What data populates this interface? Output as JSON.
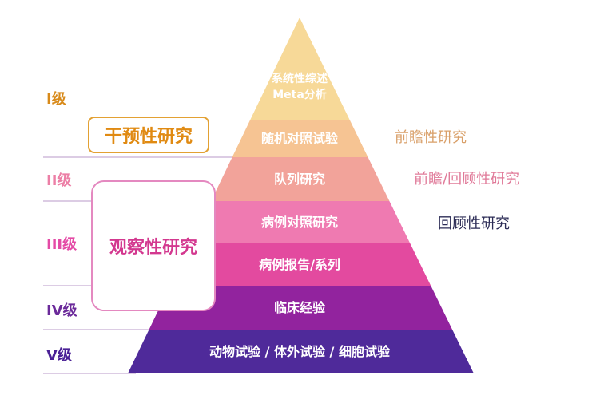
{
  "levels": [
    "I级",
    "II级",
    "III级",
    "IV级",
    "V级"
  ],
  "level_colors": [
    "#d88a1a",
    "#ec7fa6",
    "#e44aa6",
    "#6b2a9a",
    "#4b2196"
  ],
  "bands": [
    {
      "lines": [
        "系统性综述",
        "Meta分析"
      ],
      "color": "#f7d998"
    },
    {
      "lines": [
        "随机对照试验"
      ],
      "color": "#f6c493"
    },
    {
      "lines": [
        "队列研究"
      ],
      "color": "#f2a39a"
    },
    {
      "lines": [
        "病例对照研究"
      ],
      "color": "#ef7ab1"
    },
    {
      "lines": [
        "病例报告/系列"
      ],
      "color": "#e34a9f"
    },
    {
      "lines": [
        "临床经验"
      ],
      "color": "#92239e"
    },
    {
      "lines": [
        "动物试验 / 体外试验 / 细胞试验"
      ],
      "color": "#4f2a9a"
    }
  ],
  "boxes": {
    "intervention": "干预性研究",
    "observational": "观察性研究"
  },
  "right_labels": {
    "prospective": "前瞻性研究",
    "pro_retro": "前瞻/回顾性研究",
    "retrospective": "回顾性研究"
  },
  "right_colors": [
    "#d9a06a",
    "#e07a99",
    "#2b2b55"
  ]
}
